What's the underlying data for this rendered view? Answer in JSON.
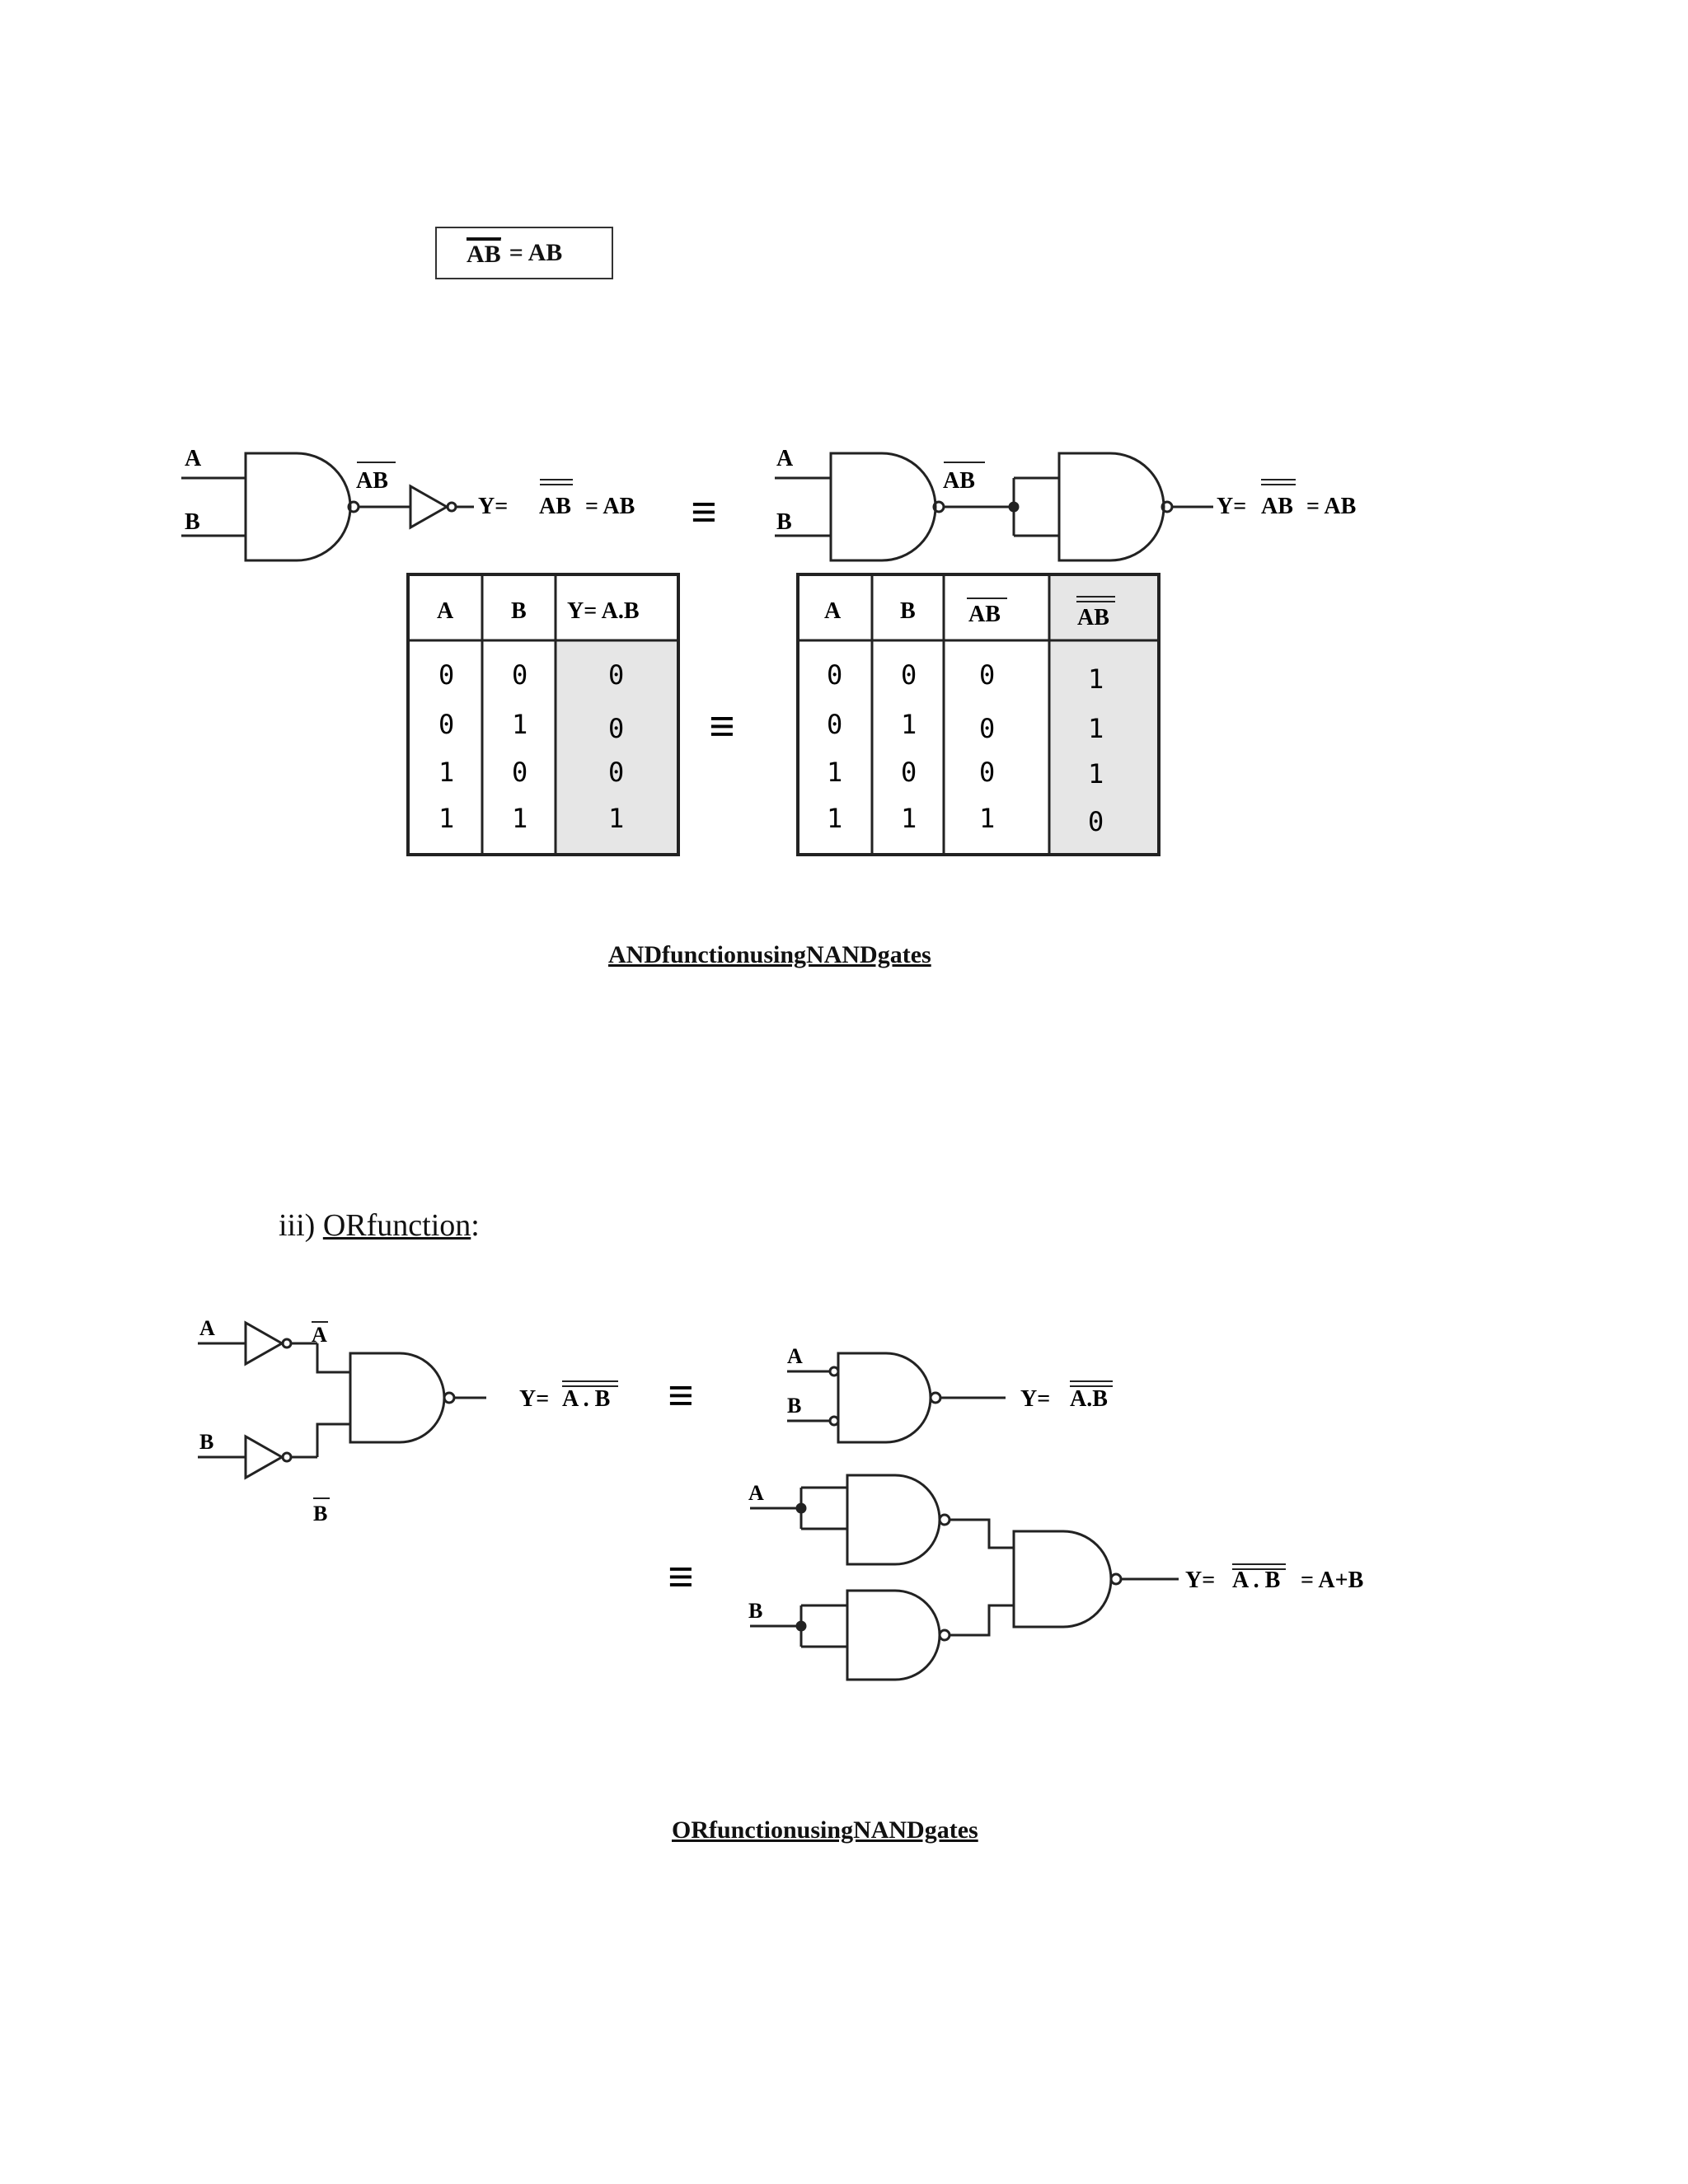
{
  "formula": {
    "lhs": "AB",
    "rhs": "= AB"
  },
  "and_section": {
    "gate1_inputs": [
      "A",
      "B"
    ],
    "gate1_mid_label": "AB",
    "gate1_out_prefix": "Y=",
    "gate1_out_expr": "AB",
    "gate1_out_rhs": "= AB",
    "equiv": "≡",
    "gate2_inputs": [
      "A",
      "B"
    ],
    "gate2_mid_label": "AB",
    "gate2_out_prefix": "Y=",
    "gate2_out_expr": "AB",
    "gate2_out_rhs": "= AB",
    "table1": {
      "headers": [
        "A",
        "B",
        "Y= A.B"
      ],
      "rows": [
        [
          "0",
          "0",
          "0"
        ],
        [
          "0",
          "1",
          "0"
        ],
        [
          "1",
          "0",
          "0"
        ],
        [
          "1",
          "1",
          "1"
        ]
      ]
    },
    "table2": {
      "headers": [
        "A",
        "B",
        "AB",
        "AB"
      ],
      "rows": [
        [
          "0",
          "0",
          "0",
          "1"
        ],
        [
          "0",
          "1",
          "0",
          "1"
        ],
        [
          "1",
          "0",
          "0",
          "1"
        ],
        [
          "1",
          "1",
          "1",
          "0"
        ]
      ]
    },
    "caption": "ANDfunctionusingNANDgates"
  },
  "or_section": {
    "heading_prefix": "iii)",
    "heading_link": "ORfunction",
    "heading_suffix": ":",
    "left_inputs": [
      "A",
      "B"
    ],
    "left_inv_labels": [
      "A",
      "B"
    ],
    "left_out_prefix": "Y=",
    "left_out_expr": "A . B",
    "equiv": "≡",
    "mid_inputs": [
      "A",
      "B"
    ],
    "mid_out_prefix": "Y=",
    "mid_out_expr": "A.B",
    "bottom_inputs": [
      "A",
      "B"
    ],
    "bottom_out_prefix": "Y=",
    "bottom_out_expr": "A . B",
    "bottom_out_rhs": "= A+B",
    "caption": "ORfunctionusingNANDgates"
  }
}
